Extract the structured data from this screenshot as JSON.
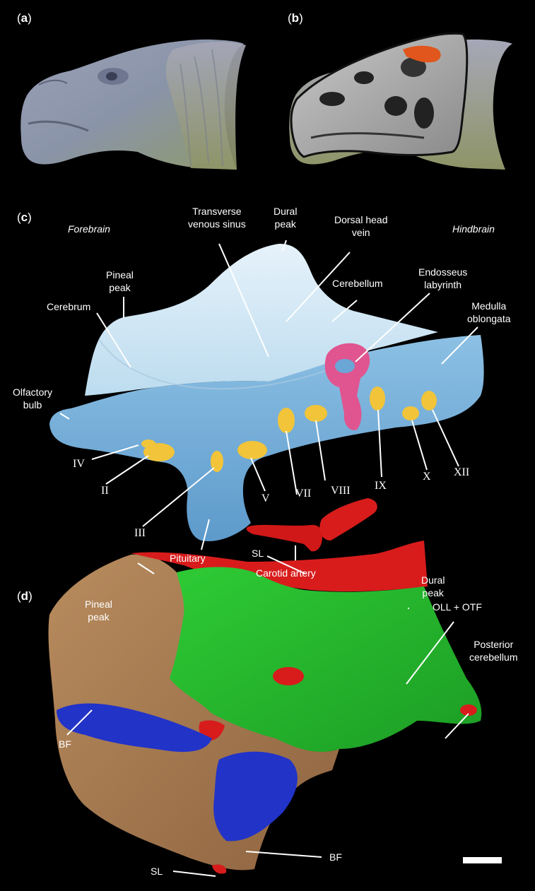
{
  "panels": {
    "a": "a",
    "b": "b",
    "c": "c",
    "d": "d"
  },
  "panel_c": {
    "forebrain": "Forebrain",
    "hindbrain": "Hindbrain",
    "transverse_venous_sinus": [
      "Transverse",
      "venous sinus"
    ],
    "dural_peak": [
      "Dural",
      "peak"
    ],
    "dorsal_head_vein": [
      "Dorsal head",
      "vein"
    ],
    "pineal_peak": [
      "Pineal",
      "peak"
    ],
    "cerebellum": "Cerebellum",
    "endosseus_labyrinth": [
      "Endosseus",
      "labyrinth"
    ],
    "cerebrum": "Cerebrum",
    "medulla_oblongata": [
      "Medulla",
      "oblongata"
    ],
    "olfactory_bulb": [
      "Olfactory",
      "bulb"
    ],
    "nerves": {
      "IV": "IV",
      "II": "II",
      "III": "III",
      "V": "V",
      "VII": "VII",
      "VIII": "VIII",
      "IX": "IX",
      "X": "X",
      "XII": "XII"
    },
    "pituitary": "Pituitary",
    "carotid_artery": "Carotid artery"
  },
  "panel_d": {
    "pineal_peak": [
      "Pineal",
      "peak"
    ],
    "dural_peak": [
      "Dural",
      "peak"
    ],
    "sl_top": "SL",
    "oll_otf": "OLL + OTF",
    "posterior_cerebellum": [
      "Posterior",
      "cerebellum"
    ],
    "bf_left": "BF",
    "bf_right": "BF",
    "sl_bottom": "SL"
  },
  "colors": {
    "background": "#000000",
    "brain_light": "#cfe6f3",
    "brain_blue": "#6aa6d6",
    "nerve_yellow": "#f2c43a",
    "labyrinth_pink": "#e0558f",
    "carotid_red": "#d01818",
    "bone_tan": "#a77a4f",
    "region_green": "#23b82c",
    "region_red": "#d81c1c",
    "region_blue": "#2233c8"
  }
}
